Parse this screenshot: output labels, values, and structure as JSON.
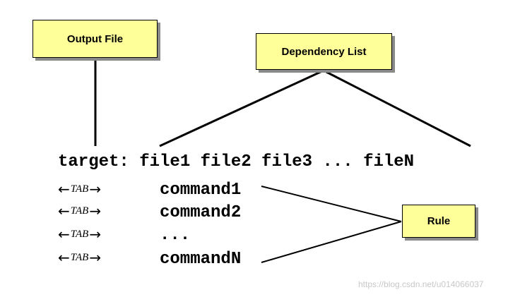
{
  "labels": {
    "output_file": "Output File",
    "dependency_list": "Dependency List",
    "rule": "Rule"
  },
  "target_line": "target: file1 file2 file3 ... fileN",
  "tab_marker": {
    "left_arrow": "←",
    "word": "TAB",
    "right_arrow": "→"
  },
  "commands": [
    "command1",
    "command2",
    "...",
    "commandN"
  ],
  "watermark": "https://blog.csdn.net/u014066037",
  "colors": {
    "label_fill": "#ffff99",
    "label_border": "#000000",
    "label_shadow": "#8a8a8a",
    "text": "#000000",
    "watermark": "#c8c8c8"
  }
}
